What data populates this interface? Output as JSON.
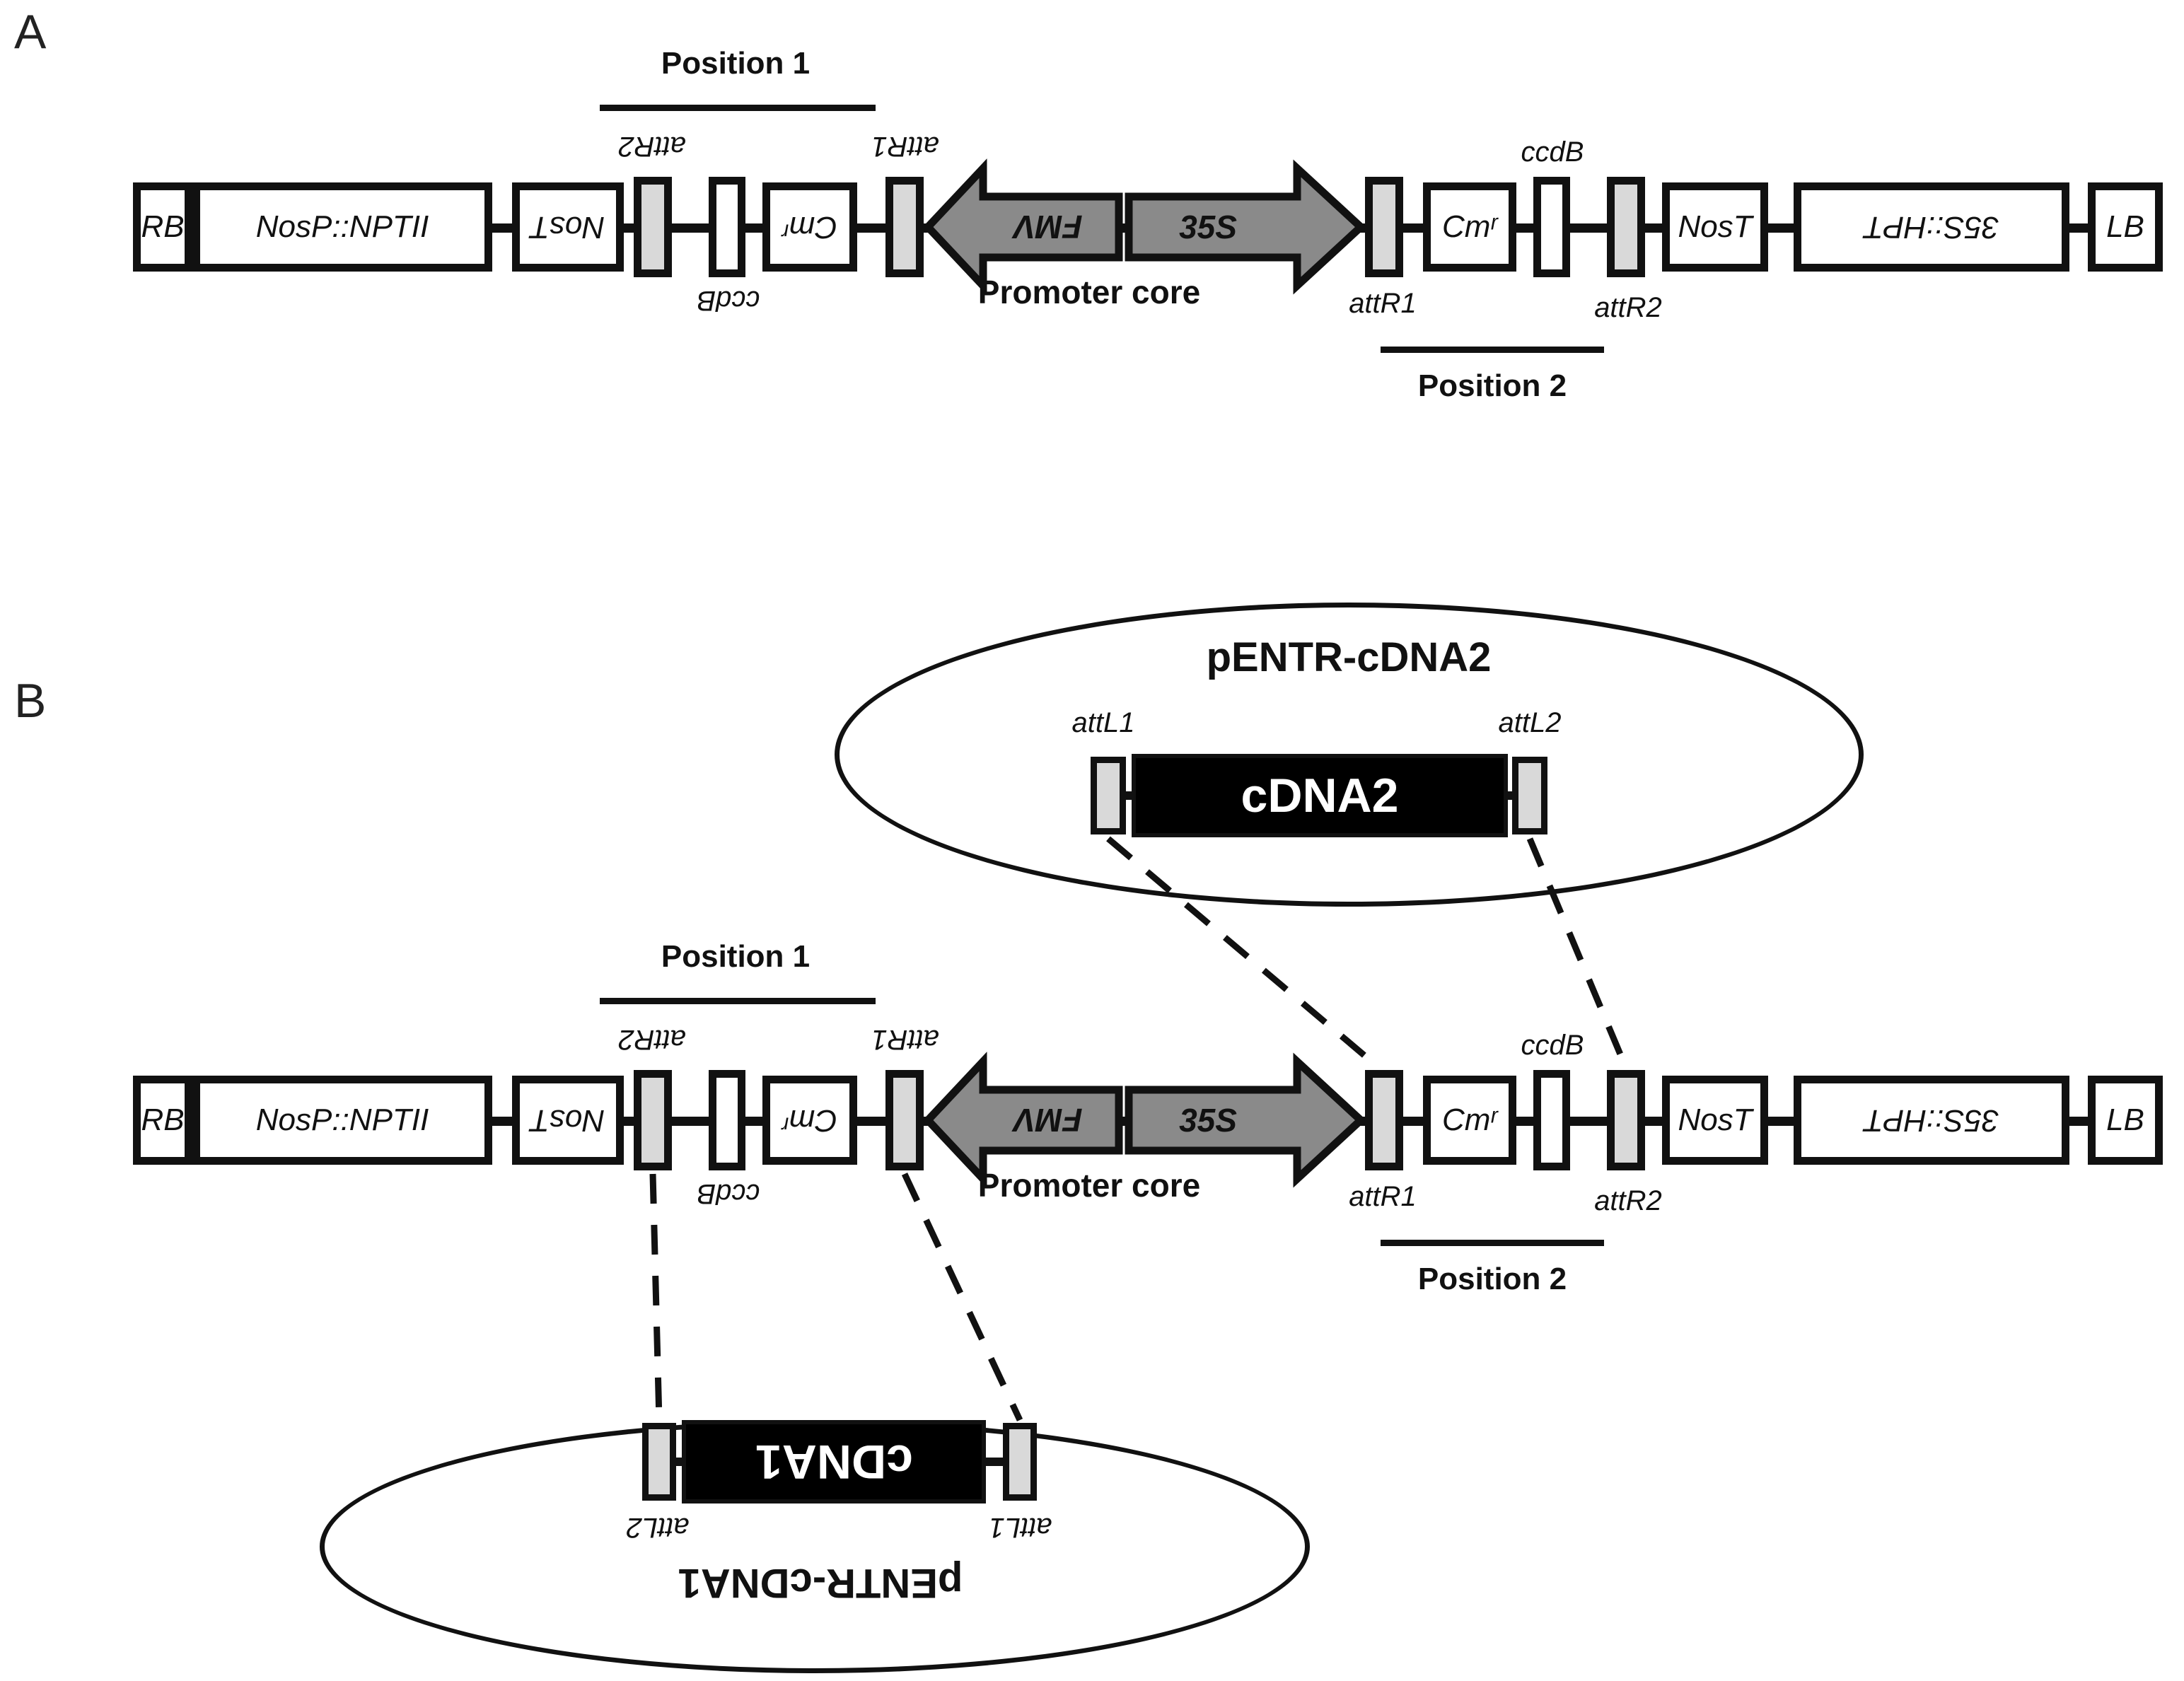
{
  "panels": {
    "a": "A",
    "b": "B"
  },
  "map": {
    "rb": "RB",
    "nosp_nptii": "NosP::NPTII",
    "nost": "NosT",
    "attr2": "attR2",
    "attr1": "attR1",
    "ccdb": "ccdB",
    "cmr": "Cmʳ",
    "fmv": "FMV",
    "s35": "35S",
    "promoter_core": "Promoter core",
    "position1": "Position 1",
    "position2": "Position 2",
    "hpt": "35S::HPT",
    "lb": "LB"
  },
  "entry_clones": {
    "top": {
      "title": "pENTR-cDNA2",
      "attl1": "attL1",
      "attl2": "attL2",
      "cdna": "cDNA2"
    },
    "bottom": {
      "title": "pENTR-cDNA1",
      "attl1": "attL1",
      "attl2": "attL2",
      "cdna": "cDNA1"
    }
  },
  "colors": {
    "att_site_fill": "#d9d9d9",
    "arrow_fill": "#8a8a8a",
    "cdna_fill": "#000000",
    "ink": "#111111"
  }
}
